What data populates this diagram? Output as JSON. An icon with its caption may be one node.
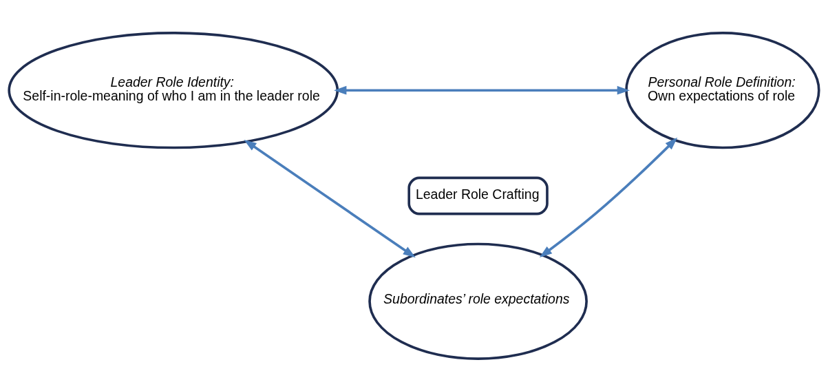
{
  "diagram": {
    "nodes": [
      {
        "text": [
          "Leader Role Identity:",
          "Self-in-role-meaning of who I am in the leader role"
        ]
      },
      {
        "text": [
          "Personal Role Definition:",
          "Own expectations of role"
        ]
      },
      {
        "text": [
          "Leader Role Crafting"
        ]
      },
      {
        "text": [
          "Subordinates’ role expectations"
        ]
      }
    ],
    "edges": [
      {
        "from": 0,
        "to": 1,
        "arrow": "both"
      },
      {
        "from": 0,
        "to": 3,
        "arrow": "both"
      },
      {
        "from": 1,
        "to": 3,
        "arrow": "both"
      }
    ]
  }
}
